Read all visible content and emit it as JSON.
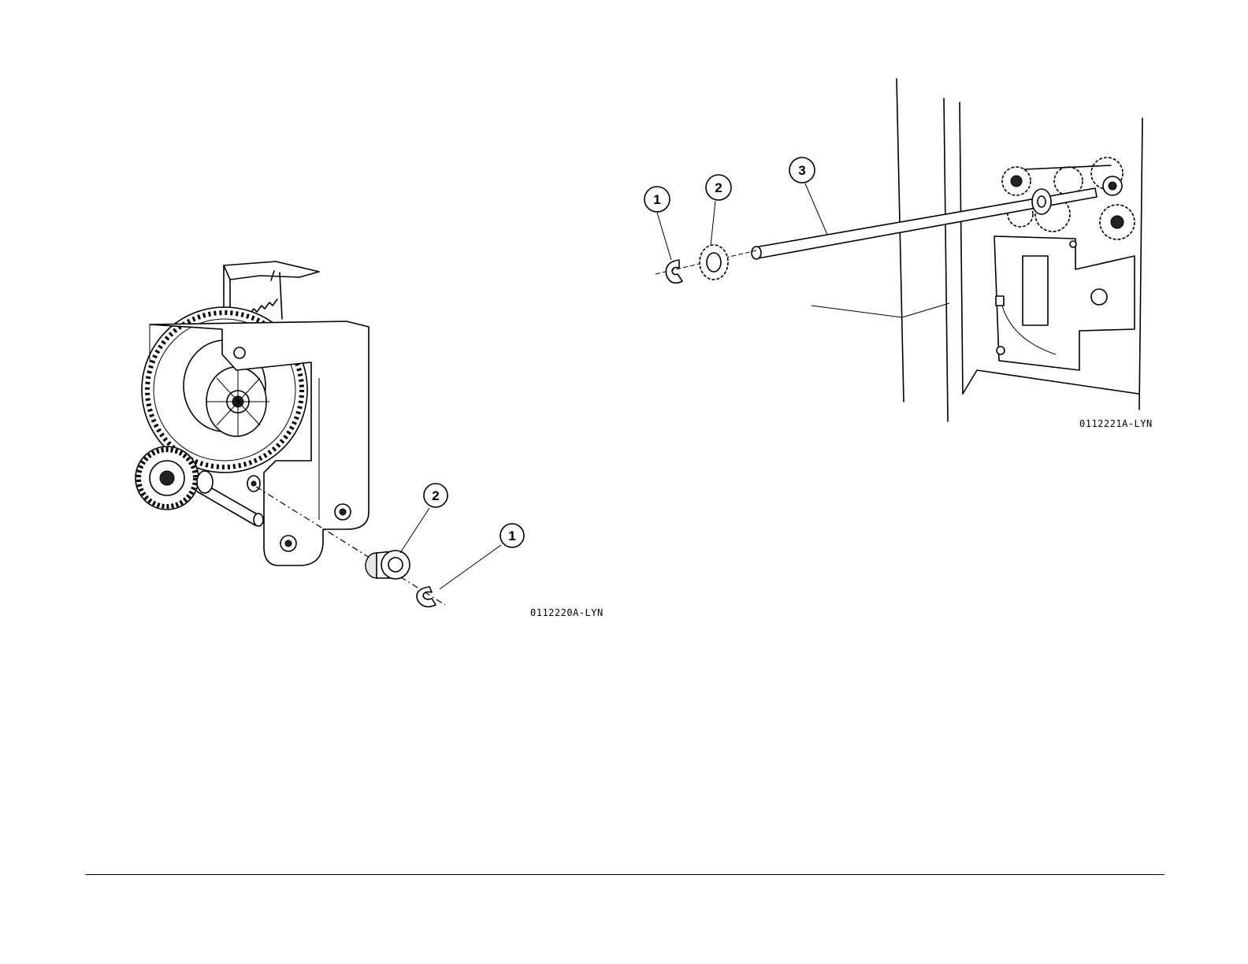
{
  "figures": [
    {
      "code": "0112220A-LYN",
      "callouts": [
        {
          "number": "2"
        },
        {
          "number": "1"
        }
      ]
    },
    {
      "code": "0112221A-LYN",
      "callouts": [
        {
          "number": "1"
        },
        {
          "number": "2"
        },
        {
          "number": "3"
        }
      ]
    }
  ]
}
